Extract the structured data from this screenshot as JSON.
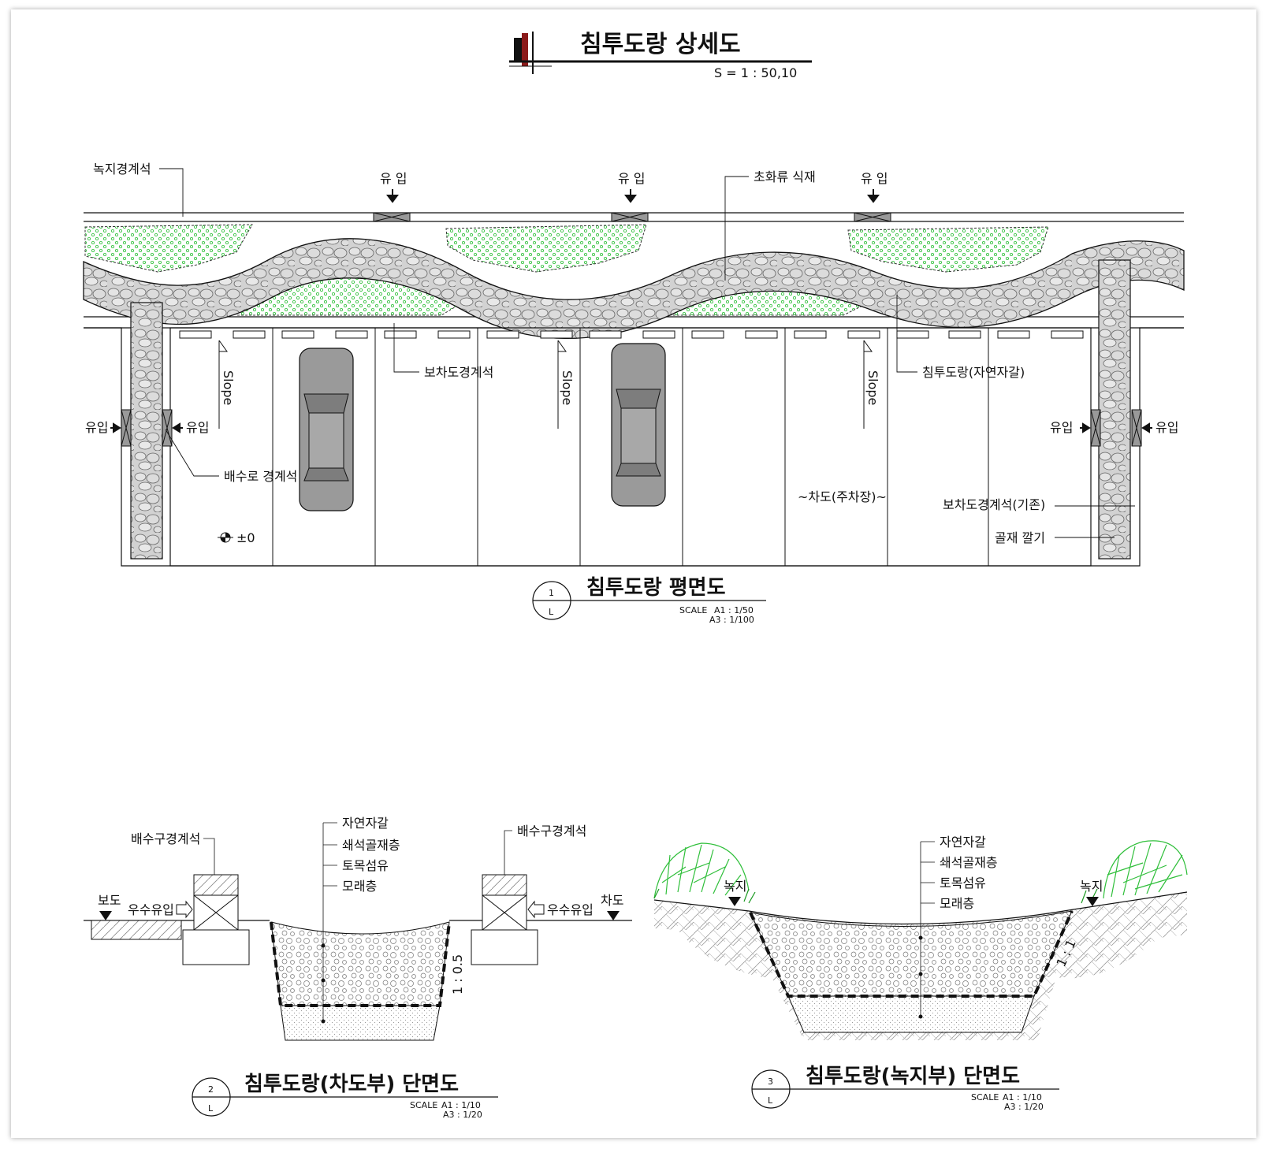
{
  "main_title": "침투도랑 상세도",
  "main_scale": "S = 1 : 50,10",
  "plan": {
    "labels": {
      "green_curb": "녹지경계석",
      "inflow": "유 입",
      "planting": "초화류 식재",
      "sidewalk_curb": "보차도경계석",
      "trench_gravel": "침투도랑(자연자갈)",
      "slope": "Slope",
      "inflow_side": "유입",
      "drain_curb": "배수로 경계석",
      "roadway": "~차도(주차장)~",
      "sidewalk_curb_existing": "보차도경계석(기존)",
      "aggregate": "골재 깔기",
      "level": "±0"
    },
    "title": {
      "number": "1",
      "sheet": "L",
      "text": "침투도랑 평면도",
      "scale_label": "SCALE",
      "scale_a1": "A1 : 1/50",
      "scale_a3": "A3 : 1/100"
    }
  },
  "section_road": {
    "labels": {
      "layers": [
        "자연자갈",
        "쇄석골재층",
        "토목섬유",
        "모래층"
      ],
      "drain_curb": "배수구경계석",
      "sidewalk": "보도",
      "roadway": "차도",
      "rain_inflow": "우수유입",
      "slope": "1 : 0.5"
    },
    "title": {
      "number": "2",
      "sheet": "L",
      "text": "침투도랑(차도부) 단면도",
      "scale_label": "SCALE",
      "scale_a1": "A1 : 1/10",
      "scale_a3": "A3 : 1/20"
    }
  },
  "section_green": {
    "labels": {
      "layers": [
        "자연자갈",
        "쇄석골재층",
        "토목섬유",
        "모래층"
      ],
      "green": "녹지",
      "slope": "1 : 1"
    },
    "title": {
      "number": "3",
      "sheet": "L",
      "text": "침투도랑(녹지부) 단면도",
      "scale_label": "SCALE",
      "scale_a1": "A1 : 1/10",
      "scale_a3": "A3 : 1/20"
    }
  },
  "colors": {
    "line": "#111111",
    "gravel_fill": "#cfcfcf",
    "planting_dots": "#2fbf3a",
    "car": "#9a9a9a",
    "title_accent": "#8b1a1a"
  }
}
